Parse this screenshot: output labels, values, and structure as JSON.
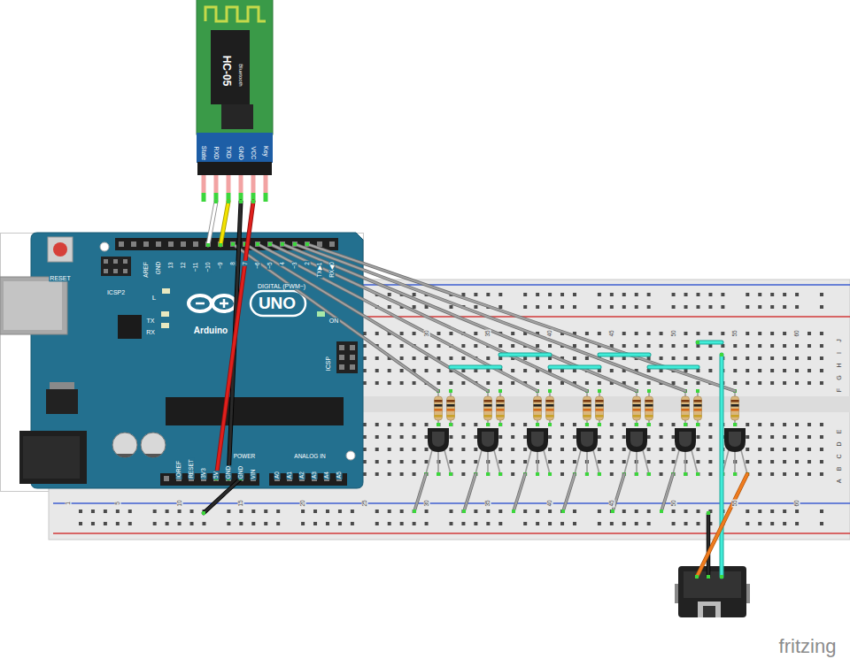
{
  "diagram": {
    "nodes": [
      {
        "text": [
          "HC-05",
          "Bluetooth",
          "State",
          "RXD",
          "TXD",
          "GND",
          "VCC",
          "Key"
        ]
      },
      {
        "text": [
          "RESET",
          "ICSP2",
          "AREF",
          "GND",
          "13",
          "12",
          "~11",
          "~10",
          "~9",
          "8",
          "7",
          "~6",
          "~5",
          "4",
          "~3",
          "2",
          "TX▶1",
          "RX◀0",
          "DIGITAL (PWM~)",
          "L",
          "TX",
          "RX",
          "UNO",
          "Arduino",
          "ON",
          "ICSP",
          "IOREF",
          "RESET",
          "3V3",
          "5V",
          "GND",
          "GND",
          "VIN",
          "POWER",
          "A0",
          "A1",
          "A2",
          "A3",
          "A4",
          "A5",
          "ANALOG IN"
        ]
      }
    ],
    "edges": [
      {
        "from": 0,
        "to": 1,
        "arrow": "none"
      },
      {
        "from": 0,
        "to": 1,
        "arrow": "none"
      },
      {
        "from": 0,
        "to": 1,
        "arrow": "none"
      },
      {
        "from": 0,
        "to": 1,
        "arrow": "none"
      }
    ],
    "labels": [
      "30",
      "35",
      "40",
      "45",
      "50",
      "55",
      "60",
      "1",
      "5",
      "10",
      "15",
      "20",
      "25",
      "30",
      "35",
      "40",
      "45",
      "50",
      "55",
      "60",
      "J",
      "I",
      "H",
      "G",
      "F",
      "E",
      "D",
      "C",
      "B",
      "A",
      "fritzing"
    ]
  }
}
